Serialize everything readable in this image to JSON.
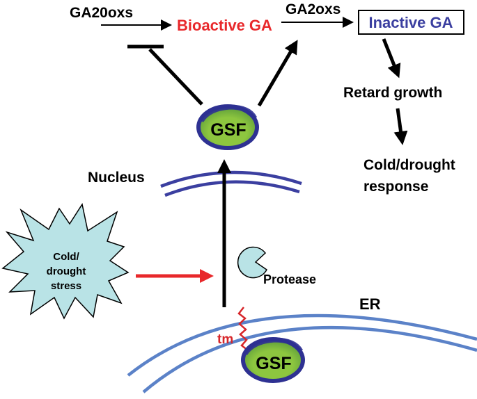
{
  "pathway": {
    "ga20oxs": "GA20oxs",
    "bioactive_ga": "Bioactive GA",
    "ga2oxs": "GA2oxs",
    "inactive_ga": "Inactive GA",
    "retard_growth": "Retard growth",
    "response_line1": "Cold/drought",
    "response_line2": "response"
  },
  "cell": {
    "nucleus": "Nucleus",
    "er": "ER",
    "protease": "Protease",
    "tm": "tm",
    "gsf_nuclear": "GSF",
    "gsf_membrane": "GSF"
  },
  "stress": {
    "line1": "Cold/",
    "line2": "drought",
    "line3": "stress"
  },
  "colors": {
    "bioactive_ga": "#e8282b",
    "inactive_ga": "#3b3fa0",
    "gsf_fill": "#8dc63f",
    "gsf_edge": "#2e3192",
    "nucleus_membrane": "#3b3fa0",
    "er_membrane": "#5b82c8",
    "stress_fill": "#b9e3e6",
    "protease_fill": "#b9e3e6",
    "tm_color": "#d7262a",
    "stress_arrow": "#e8282b"
  }
}
